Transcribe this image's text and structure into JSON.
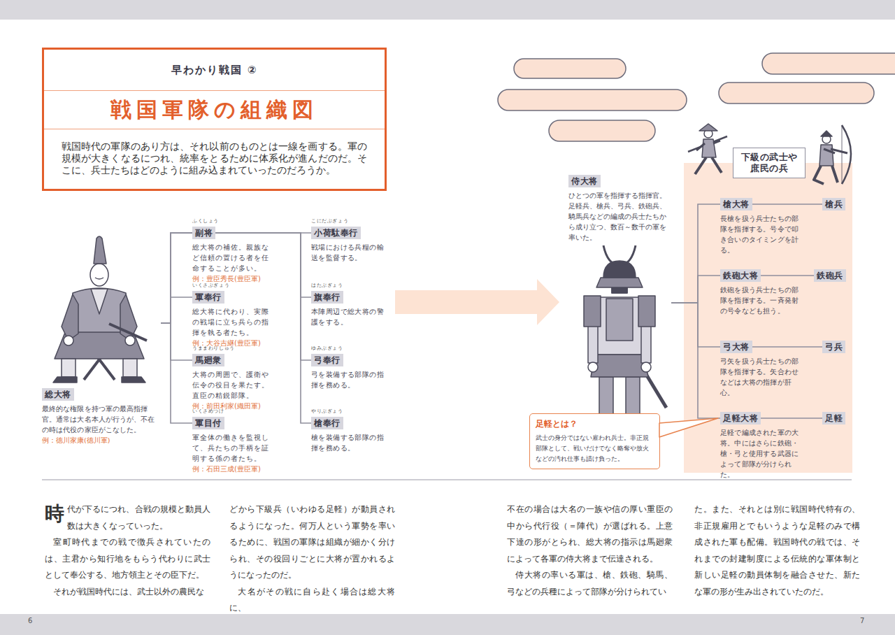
{
  "diagram": {
    "title": "戦国軍隊の組織図",
    "nodes": [
      {
        "text": [
          "早わかり戦国 ②",
          "戦国時代の軍隊のあり方は、それ以前のものとは一線を画する。軍の規模が大きくなるにつれ、統率をとるために体系化が進んだのだ。そこに、兵士たちはどのように組み込まれていったのだろうか。"
        ]
      },
      {
        "text": [
          "総大将",
          "最終的な権限を持つ軍の最高指揮官。通常は大名本人が行うが、不在の時は代役の家臣がこなした。",
          "例：徳川家康(徳川軍)"
        ]
      },
      {
        "text": [
          "副将",
          "総大将の補佐。親族など信頼の置ける者を任命することが多い。",
          "例：豊臣秀長(豊臣軍)"
        ]
      },
      {
        "text": [
          "軍奉行",
          "総大将に代わり、実際の戦場に立ち兵らの指揮を執る者たち。",
          "例：大谷吉継(豊臣軍)"
        ]
      },
      {
        "text": [
          "馬廻衆",
          "大将の周囲で、護衛や伝令の役目を果たす。直臣の精鋭部隊。",
          "例：前田利家(織田軍)"
        ]
      },
      {
        "text": [
          "軍目付",
          "軍全体の働きを監視して、兵たちの手柄を証明する係の者たち。",
          "例：石田三成(豊臣軍)"
        ]
      },
      {
        "text": [
          "小荷駄奉行",
          "戦場における兵糧の輸送を監督する。"
        ]
      },
      {
        "text": [
          "旗奉行",
          "本陣周辺で総大将の警護をする。"
        ]
      },
      {
        "text": [
          "弓奉行",
          "弓を装備する部隊の指揮を務める。"
        ]
      },
      {
        "text": [
          "槍奉行",
          "槍を装備する部隊の指揮を務める。"
        ]
      },
      {
        "text": [
          "侍大将",
          "ひとつの軍を指揮する指揮官。足軽兵、槍兵、弓兵、鉄砲兵、騎馬兵などの編成の兵士たちから成り立つ、数百～数千の軍を率いた。"
        ]
      },
      {
        "text": [
          "下級の武士や庶民の兵"
        ]
      },
      {
        "text": [
          "槍大将",
          "長槍を扱う兵士たちの部隊を指揮する。号令で叩き合いのタイミングを計る。"
        ],
        "in": 11
      },
      {
        "text": [
          "槍兵"
        ],
        "in": 11
      },
      {
        "text": [
          "鉄砲大将",
          "鉄砲を扱う兵士たちの部隊を指揮する。一斉発射の号令なども担う。"
        ],
        "in": 11
      },
      {
        "text": [
          "鉄砲兵"
        ],
        "in": 11
      },
      {
        "text": [
          "弓大将",
          "弓矢を扱う兵士たちの部隊を指揮する。矢合わせなどは大将の指揮が肝心。"
        ],
        "in": 11
      },
      {
        "text": [
          "弓兵"
        ],
        "in": 11
      },
      {
        "text": [
          "足軽大将",
          "足軽で編成された軍の大将。中にはさらに鉄砲・槍・弓と使用する武器によって部隊が分けられた。"
        ],
        "in": 11
      },
      {
        "text": [
          "足軽"
        ],
        "in": 11
      },
      {
        "text": [
          "足軽とは？",
          "武士の身分ではない雇われ兵士。非正規部隊として、戦いだけでなく略奪や放火などの汚れ仕事も請け負った。"
        ]
      }
    ],
    "edges": [
      {
        "from": 1,
        "to": 2,
        "arrow": "none"
      },
      {
        "from": 1,
        "to": 3,
        "arrow": "none"
      },
      {
        "from": 1,
        "to": 4,
        "arrow": "none"
      },
      {
        "from": 1,
        "to": 5,
        "arrow": "none"
      },
      {
        "from": 1,
        "to": 6,
        "arrow": "none"
      },
      {
        "from": 1,
        "to": 7,
        "arrow": "none"
      },
      {
        "from": 1,
        "to": 8,
        "arrow": "none"
      },
      {
        "from": 1,
        "to": 9,
        "arrow": "none"
      },
      {
        "from": 10,
        "to": 12,
        "arrow": "none"
      },
      {
        "from": 10,
        "to": 14,
        "arrow": "none"
      },
      {
        "from": 10,
        "to": 16,
        "arrow": "none"
      },
      {
        "from": 10,
        "to": 18,
        "arrow": "none"
      },
      {
        "from": 12,
        "to": 13,
        "arrow": "none"
      },
      {
        "from": 14,
        "to": 15,
        "arrow": "none"
      },
      {
        "from": 16,
        "to": 17,
        "arrow": "none"
      },
      {
        "from": 18,
        "to": 19,
        "arrow": "none"
      },
      {
        "from": 20,
        "to": 18,
        "arrow": "none"
      }
    ],
    "labels": [
      "ふくしょう",
      "いくさぶぎょう",
      "うままわりしゅう",
      "いくさめつけ",
      "こにだぶぎょう",
      "はたぶぎょう",
      "ゆみぶぎょう",
      "やりぶぎょう",
      "時代が下るにつれ、合戦の規模と動員人数は大きくなっていった。",
      "室町時代までの戦で徴兵されていたのは、主君から知行地をもらう代わりに武士として奉公する、地方領主とその臣下だ。",
      "それが戦国時代には、武士以外の農民な",
      "どから下級兵（いわゆる足軽）が動員されるようになった。何万人という軍勢を率いるために、戦国の軍隊は組織が細かく分けられ、その役回りごとに大将が置かれるようになったのだ。",
      "大名がその戦に自ら赴く場合は総大将に、",
      "不在の場合は大名の一族や信の厚い重臣の中から代行役（＝陣代）が選ばれる。上意下達の形がとられ、総大将の指示は馬廻衆によって各軍の侍大将まで伝達される。",
      "侍大将の率いる軍は、槍、鉄砲、騎馬、弓などの兵種によって部隊が分けられてい",
      "た。また、それとは別に戦国時代特有の、非正規雇用とでもいうような足軽のみで構成された軍も配備。戦国時代の戦では、それまでの封建制度による伝統的な軍体制と新しい足軽の動員体制を融合させた、新たな軍の形が生み出されていたのだ。",
      "6",
      "7"
    ]
  }
}
